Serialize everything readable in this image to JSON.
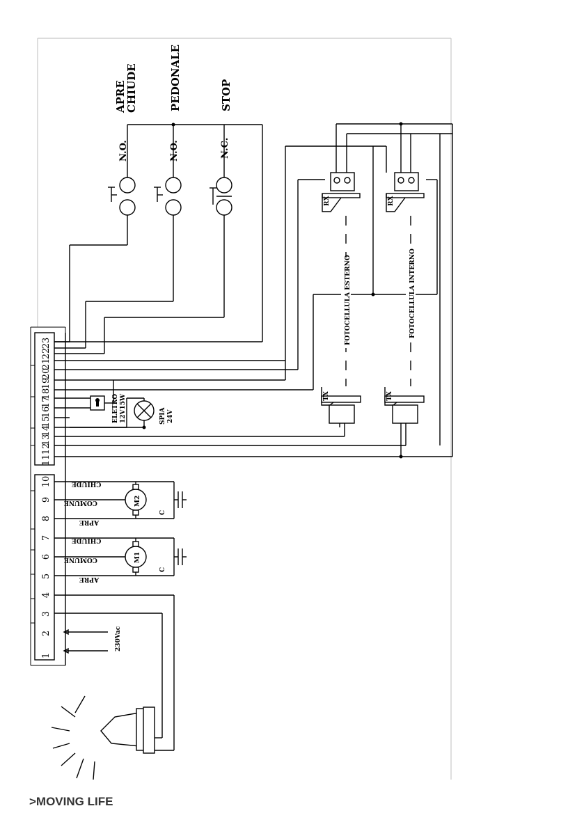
{
  "labels": {
    "apre_chiude": [
      "APRE",
      "CHIUDE"
    ],
    "pedonale": "PEDONALE",
    "stop": "STOP",
    "no_1": "N.O.",
    "no_2": "N.O.",
    "nc": "N.C.",
    "rx": "RX",
    "tx": "TX",
    "fotocellula_esterno": "FOTOCELLULA ESTERNO",
    "fotocellula_interno": "FOTOCELLULA INTERNO",
    "eletro": "ELETRO",
    "eletro_spec": "12V15W",
    "spia": "SPIA",
    "spia_spec": "24V",
    "m1": "M1",
    "m2": "M2",
    "capacitor": "C",
    "apre": "APRE",
    "comune": "COMUNE",
    "chiude": "CHIUDE",
    "mains": "230Vac"
  },
  "terminals": [
    "1",
    "2",
    "3",
    "4",
    "5",
    "6",
    "7",
    "8",
    "9",
    "10",
    "11",
    "12",
    "13",
    "14",
    "15",
    "16",
    "17",
    "18",
    "19",
    "20",
    "21",
    "22",
    "23"
  ],
  "brand": ">MOVING LIFE"
}
